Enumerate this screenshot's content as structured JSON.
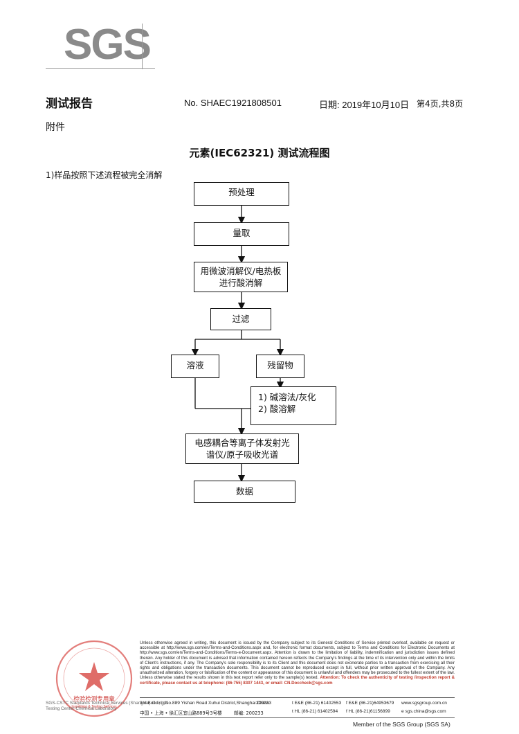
{
  "logo": {
    "text": "SGS"
  },
  "header": {
    "title": "测试报告",
    "report_no": "No. SHAEC1921808501",
    "date": "日期: 2019年10月10日",
    "page": "第4页,共8页"
  },
  "attachment_label": "附件",
  "flow_title": "元素(IEC62321) 测试流程图",
  "intro": "1)样品按照下述流程被完全消解",
  "steps": {
    "pretreatment": "预处理",
    "measure": "量取",
    "digestion_line1": "用微波消解仪/电热板",
    "digestion_line2": "进行酸消解",
    "filter": "过滤",
    "solution": "溶液",
    "residue": "残留物",
    "residue_opt1": "1)  碱溶法/灰化",
    "residue_opt2": "2)  酸溶解",
    "icp_line1": "电感耦合等离子体发射光",
    "icp_line2": "谱仪/原子吸收光谱",
    "data": "数据"
  },
  "footer": {
    "stamp_text": "检验检测专用章",
    "stamp_sub": "Inspection & Testing Services",
    "legal_text": "Unless otherwise agreed in writing, this document is issued by the Company subject to its General Conditions of Service printed overleaf, available on request or accessible at http://www.sgs.com/en/Terms-and-Conditions.aspx and, for electronic format documents, subject to Terms and Conditions for Electronic Documents at http://www.sgs.com/en/Terms-and-Conditions/Terms-e-Document.aspx. Attention is drawn to the limitation of liability, indemnification and jurisdiction issues defined therein. Any holder of this document is advised that information contained hereon reflects the Company's findings at the time of its intervention only and within the limits of Client's instructions, if any. The Company's sole responsibility is to its Client and this document does not exonerate parties to a transaction from exercising all their rights and obligations under the transaction documents. This document cannot be reproduced except in full, without prior written approval of the Company. Any unauthorized alteration, forgery or falsification of the content or appearance of this document is unlawful and offenders may be prosecuted to the fullest extent of the law. Unless otherwise stated the results shown in this test report refer only to the sample(s) tested.",
    "attention_text": "Attention: To check the authenticity of testing /inspection report & certificate, please contact us at telephone: (86-755) 8307 1443, or email: CN.Doccheck@sgs.com",
    "address_en": "3rd Building,No.889 Yishan Road Xuhui District,Shanghai China",
    "postcode": "200233",
    "tel_en": "t E&E (86-21) 61402553",
    "fax_en": "f E&E (86-21)64953679",
    "web": "www.sgsgroup.com.cn",
    "address_cn": "中国 • 上海 • 徐汇区宜山路889号3号楼",
    "postcode_cn": "邮编:  200233",
    "tel_hl": "t HL (86-21) 61402594",
    "fax_hl": "f HL (86-21)61156899",
    "email": "e  sgs.china@sgs.com",
    "sgs_cstc": "SGS-CSTC Standards Technical Services (Shanghai) Co., Ltd.",
    "testing_center": "Testing Center-Chemical Laboratory",
    "member": "Member of the SGS Group (SGS SA)"
  }
}
